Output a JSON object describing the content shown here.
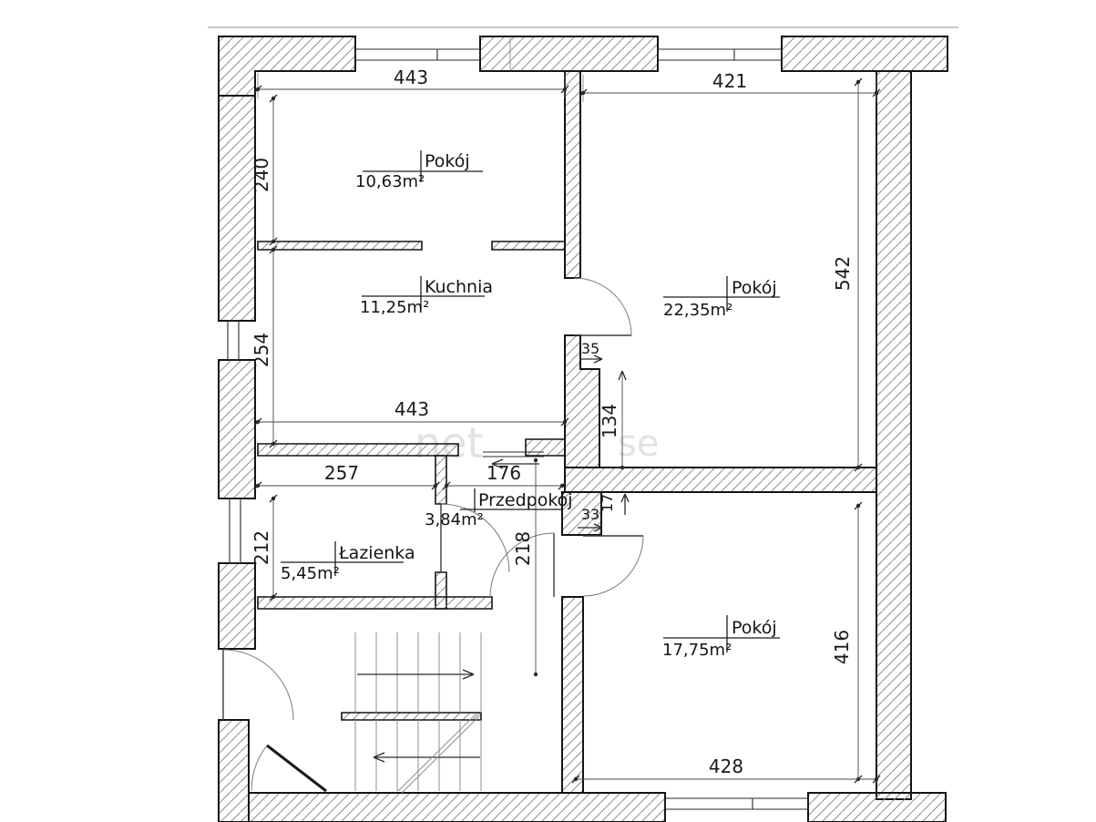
{
  "plan": {
    "rooms": [
      {
        "id": "pokoj-1",
        "name": "Pokój",
        "area": "10,63m²"
      },
      {
        "id": "kuchnia",
        "name": "Kuchnia",
        "area": "11,25m²"
      },
      {
        "id": "pokoj-2",
        "name": "Pokój",
        "area": "22,35m²"
      },
      {
        "id": "przedpokoj",
        "name": "Przedpokój",
        "area": "3,84m²"
      },
      {
        "id": "lazienka",
        "name": "Łazienka",
        "area": "5,45m²"
      },
      {
        "id": "pokoj-3",
        "name": "Pokój",
        "area": "17,75m²"
      }
    ],
    "dimensions_cm": {
      "d443_top": "443",
      "d421": "421",
      "d240": "240",
      "d254": "254",
      "d542": "542",
      "d443_kitchen": "443",
      "d257": "257",
      "d176": "176",
      "d212": "212",
      "d218": "218",
      "d134": "134",
      "d35": "35",
      "d33": "33",
      "d17": "17",
      "d416": "416",
      "d428": "428"
    },
    "watermark": {
      "left": "net",
      "right": "se"
    }
  }
}
